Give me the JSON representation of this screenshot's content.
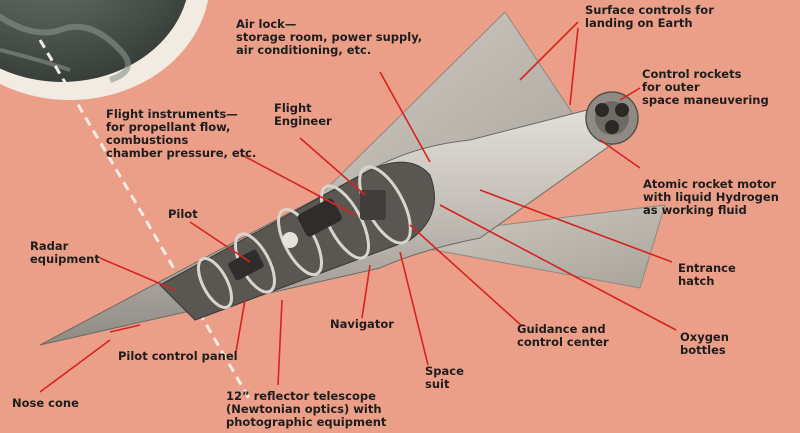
{
  "labels": [
    {
      "id": "surface-controls",
      "lines": [
        "Surface controls for",
        "landing on Earth"
      ]
    },
    {
      "id": "air-lock",
      "lines": [
        "Air lock—",
        "storage room, power supply,",
        "air conditioning, etc."
      ]
    },
    {
      "id": "control-rockets",
      "lines": [
        "Control rockets",
        "for outer",
        "space maneuvering"
      ]
    },
    {
      "id": "flight-instruments",
      "lines": [
        "Flight instruments—",
        "for propellant flow,",
        "combustions",
        "chamber pressure, etc."
      ]
    },
    {
      "id": "flight-engineer",
      "lines": [
        "Flight",
        "Engineer"
      ]
    },
    {
      "id": "atomic-rocket-motor",
      "lines": [
        "Atomic rocket motor",
        "with liquid Hydrogen",
        "as working fluid"
      ]
    },
    {
      "id": "pilot",
      "lines": [
        "Pilot"
      ]
    },
    {
      "id": "radar-equipment",
      "lines": [
        "Radar",
        "equipment"
      ]
    },
    {
      "id": "entrance-hatch",
      "lines": [
        "Entrance",
        "hatch"
      ]
    },
    {
      "id": "navigator",
      "lines": [
        "Navigator"
      ]
    },
    {
      "id": "guidance-control",
      "lines": [
        "Guidance and",
        "control center"
      ]
    },
    {
      "id": "oxygen-bottles",
      "lines": [
        "Oxygen",
        "bottles"
      ]
    },
    {
      "id": "pilot-control-panel",
      "lines": [
        "Pilot control panel"
      ]
    },
    {
      "id": "space-suit",
      "lines": [
        "Space",
        "suit"
      ]
    },
    {
      "id": "nose-cone",
      "lines": [
        "Nose cone"
      ]
    },
    {
      "id": "telescope",
      "lines": [
        "12” reflector telescope",
        "(Newtonian optics) with",
        "photographic equipment"
      ]
    }
  ],
  "colors": {
    "background": "#ec9f88",
    "leader_line": "#d8231f",
    "text": "#1d1d1d",
    "hull": "#c7c2ba",
    "earth": "#4d5650"
  }
}
